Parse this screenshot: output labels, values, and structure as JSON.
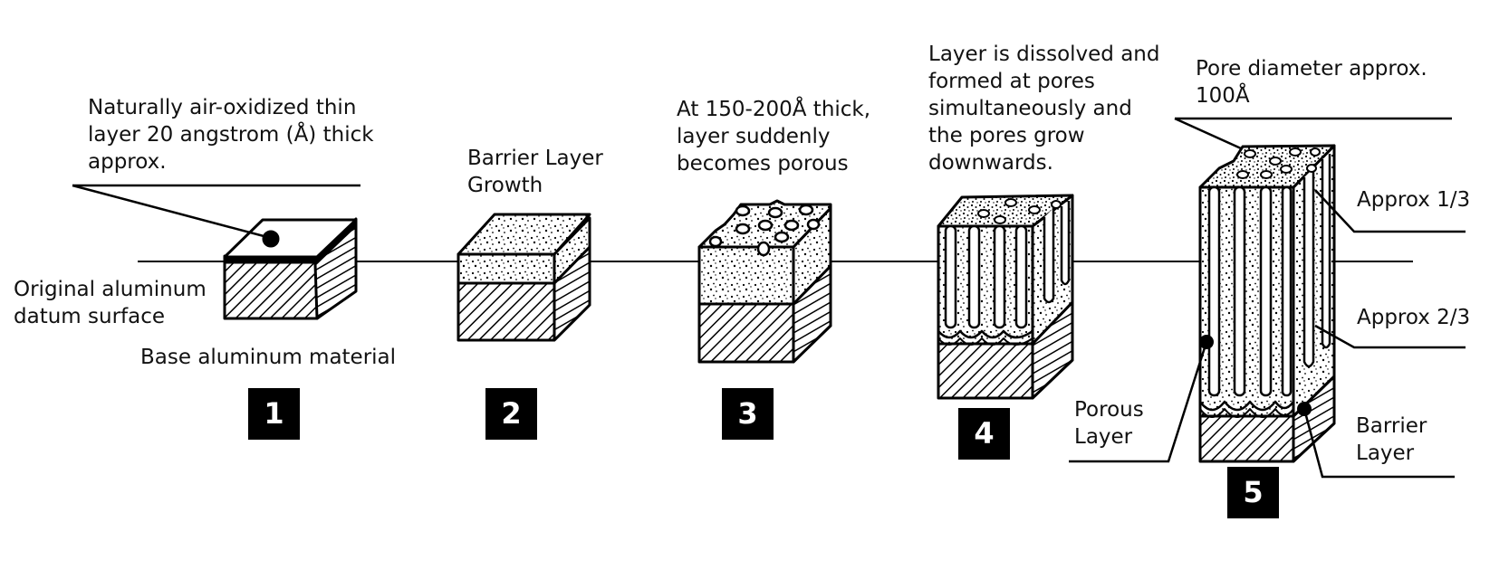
{
  "labels": {
    "stage1_note": "Naturally air-oxidized thin\nlayer 20 angstrom (Å) thick\napprox.",
    "datum": "Original aluminum\ndatum surface",
    "base": "Base aluminum material",
    "stage2_note": "Barrier Layer\nGrowth",
    "stage3_note": "At 150-200Å thick,\nlayer suddenly\nbecomes porous",
    "stage4_note": "Layer is dissolved and\nformed at pores\nsimultaneously and\nthe pores grow\ndownwards.",
    "stage5_pore": "Pore diameter approx.\n100Å",
    "approx_third": "Approx 1/3",
    "approx_two_thirds": "Approx 2/3",
    "porous_layer": "Porous\nLayer",
    "barrier_layer": "Barrier\nLayer"
  },
  "stages": [
    "1",
    "2",
    "3",
    "4",
    "5"
  ]
}
